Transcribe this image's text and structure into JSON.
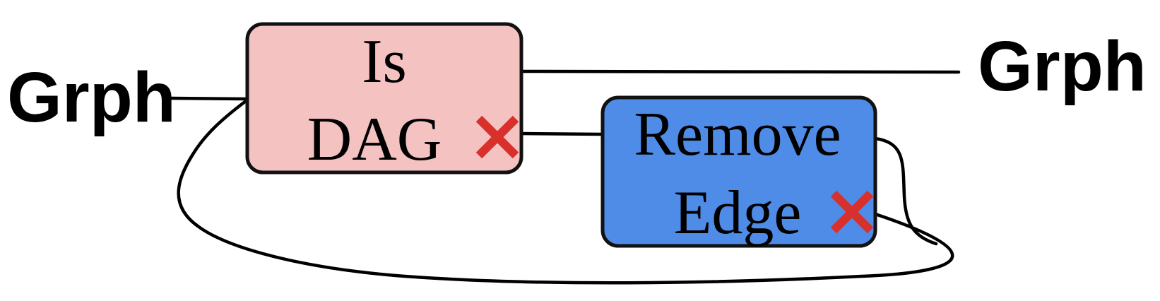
{
  "diagram": {
    "input_label": "Grph",
    "output_label": "Grph",
    "nodes": [
      {
        "id": "is-dag",
        "line1": "Is",
        "line2": "DAG",
        "fill": "#f5c2c2",
        "marker": "cross-icon"
      },
      {
        "id": "remove-edge",
        "line1": "Remove",
        "line2": "Edge",
        "fill": "#4f8ce8",
        "marker": "cross-icon"
      }
    ],
    "colors": {
      "cross": "#d8302a",
      "wire": "#000000",
      "stroke": "#111111"
    }
  }
}
